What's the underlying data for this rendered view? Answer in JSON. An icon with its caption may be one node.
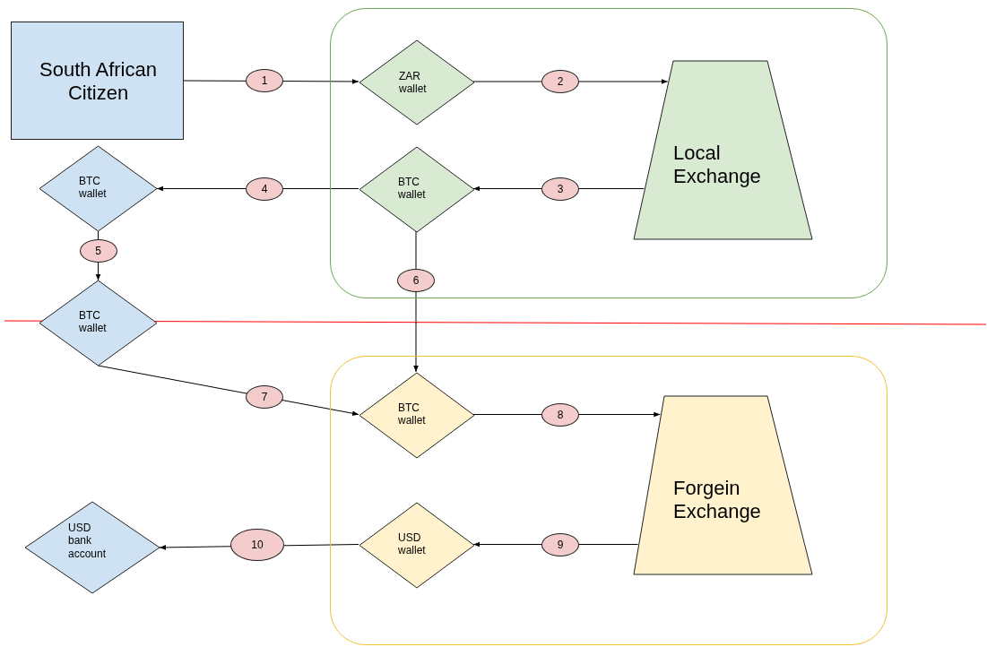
{
  "diagram": {
    "nodes": [
      {
        "text": [
          "South African Citizen"
        ]
      },
      {
        "text": [],
        "shape": "box"
      },
      {
        "text": [
          "ZAR wallet"
        ],
        "in": 1
      },
      {
        "text": [
          "Local Exchange"
        ],
        "in": 1
      },
      {
        "text": [
          "BTC wallet"
        ],
        "in": 1
      },
      {
        "text": [
          "BTC wallet"
        ]
      },
      {
        "text": [
          "BTC wallet"
        ]
      },
      {
        "text": [],
        "shape": "box"
      },
      {
        "text": [
          "BTC wallet"
        ],
        "in": 7
      },
      {
        "text": [
          "Forgein Exchange"
        ],
        "in": 7
      },
      {
        "text": [
          "USD wallet"
        ],
        "in": 7
      },
      {
        "text": [
          "USD bank account"
        ]
      }
    ],
    "edges": [
      {
        "from": 0,
        "to": 2,
        "arrow": "to",
        "label": "1"
      },
      {
        "from": 2,
        "to": 3,
        "arrow": "to",
        "label": "2"
      },
      {
        "from": 3,
        "to": 4,
        "arrow": "to",
        "label": "3"
      },
      {
        "from": 4,
        "to": 5,
        "arrow": "to",
        "label": "4"
      },
      {
        "from": 5,
        "to": 6,
        "arrow": "to",
        "label": "5"
      },
      {
        "from": 4,
        "to": 8,
        "arrow": "to",
        "label": "6"
      },
      {
        "from": 6,
        "to": 8,
        "arrow": "to",
        "label": "7"
      },
      {
        "from": 8,
        "to": 9,
        "arrow": "to",
        "label": "8"
      },
      {
        "from": 9,
        "to": 10,
        "arrow": "to",
        "label": "9"
      },
      {
        "from": 10,
        "to": 11,
        "arrow": "to",
        "label": "10"
      }
    ]
  }
}
